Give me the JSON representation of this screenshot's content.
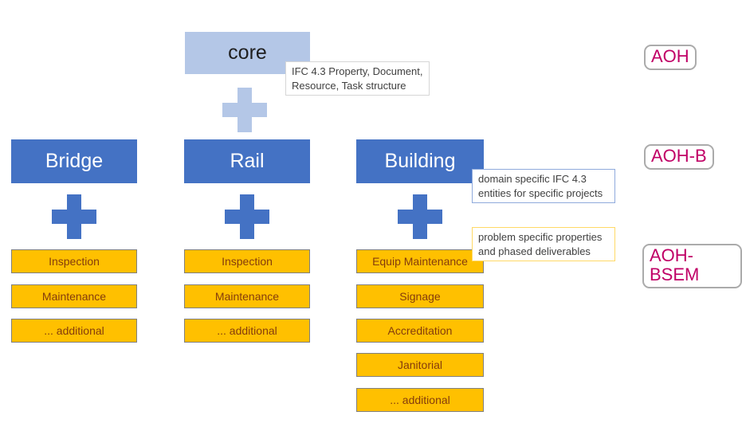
{
  "colors": {
    "core_fill": "#b4c7e7",
    "core_text": "#1f1f1f",
    "domain_fill": "#4472c4",
    "domain_text": "#ffffff",
    "module_fill": "#ffc000",
    "module_border": "#7f7f7f",
    "module_text": "#843c0c",
    "plus_light": "#b4c7e7",
    "plus_dark": "#4472c4",
    "note_text": "#404040",
    "note_core_border": "#d6d6d6",
    "note_domain_border": "#8faadc",
    "note_problem_border": "#ffd966",
    "side_label_text": "#c00066",
    "side_label_border": "#ababab"
  },
  "core": {
    "label": "core"
  },
  "notes": {
    "core": {
      "line1": "IFC 4.3 Property, Document,",
      "line2": "Resource, Task structure"
    },
    "domain": {
      "line1": "domain specific IFC 4.3",
      "line2": "entities for specific projects"
    },
    "problem": {
      "line1": "problem specific properties",
      "line2": "and phased deliverables"
    }
  },
  "columns": [
    {
      "name": "Bridge",
      "modules": [
        "Inspection",
        "Maintenance",
        "... additional"
      ]
    },
    {
      "name": "Rail",
      "modules": [
        "Inspection",
        "Maintenance",
        "... additional"
      ]
    },
    {
      "name": "Building",
      "modules": [
        "Equip Maintenance",
        "Signage",
        "Accreditation",
        "Janitorial",
        "... additional"
      ]
    }
  ],
  "side_labels": [
    {
      "text": "AOH"
    },
    {
      "text": "AOH-B"
    },
    {
      "text": "AOH-BSEM"
    }
  ]
}
